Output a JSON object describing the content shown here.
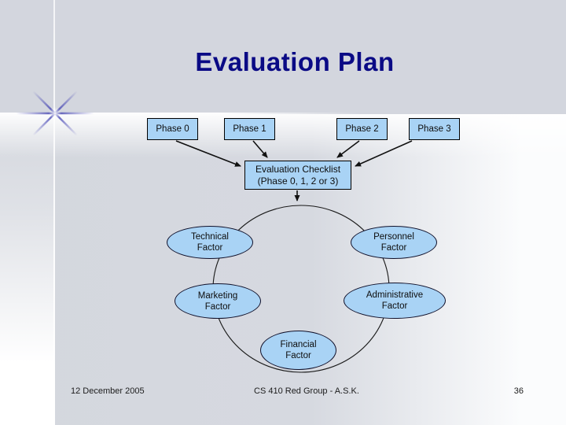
{
  "slide": {
    "title": "Evaluation Plan",
    "phases": [
      {
        "label": "Phase 0"
      },
      {
        "label": "Phase 1"
      },
      {
        "label": "Phase 2"
      },
      {
        "label": "Phase 3"
      }
    ],
    "checklist": {
      "line1": "Evaluation Checklist",
      "line2": "(Phase 0, 1, 2 or 3)"
    },
    "factors": [
      {
        "line1": "Technical",
        "line2": "Factor"
      },
      {
        "line1": "Personnel",
        "line2": "Factor"
      },
      {
        "line1": "Marketing",
        "line2": "Factor"
      },
      {
        "line1": "Administrative",
        "line2": "Factor"
      },
      {
        "line1": "Financial",
        "line2": "Factor"
      }
    ],
    "footer": {
      "date": "12 December 2005",
      "group": "CS 410 Red Group - A.S.K.",
      "page": "36"
    },
    "colors": {
      "title_text": "#0a0a85",
      "shape_fill": "#a9d3f5",
      "shape_border": "#000000",
      "background": "#d4d7de",
      "flare_blue": "#3a3ab0",
      "connector": "#111111"
    }
  }
}
